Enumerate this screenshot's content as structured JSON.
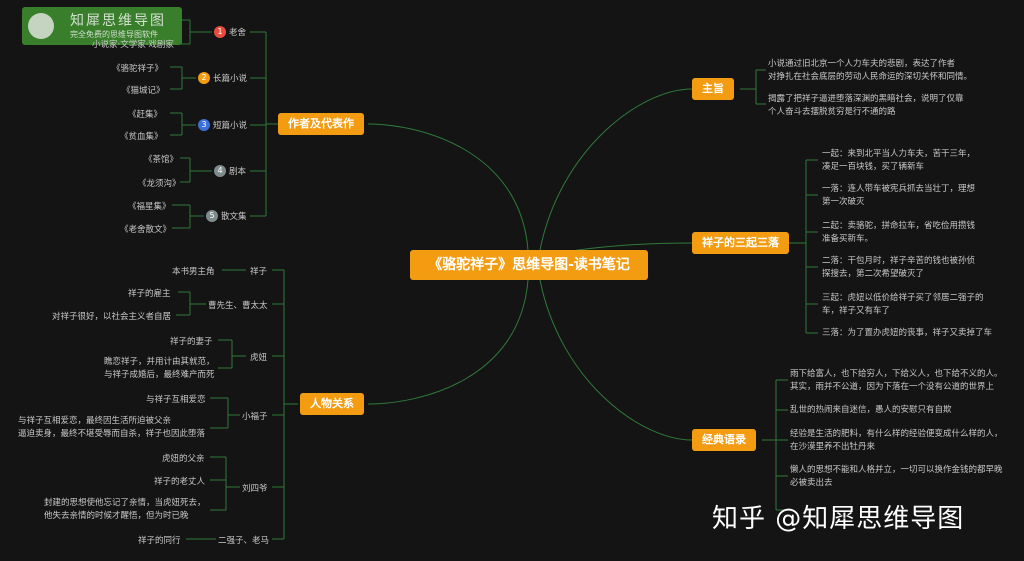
{
  "title": "《骆驼祥子》思维导图-读书笔记",
  "logo": {
    "name": "知犀思维导图",
    "subtitle": "完全免费的思维导图软件"
  },
  "watermark": "知乎 @知犀思维导图",
  "author_section": {
    "label": "作者及代表作",
    "items": [
      {
        "num": "1",
        "label": "老舍",
        "color": "#e74c3c",
        "leaves": [
          "小说家·文学家·戏剧家"
        ]
      },
      {
        "num": "2",
        "label": "长篇小说",
        "color": "#f39c12",
        "leaves": [
          "《骆驼祥子》",
          "《猫城记》"
        ]
      },
      {
        "num": "3",
        "label": "短篇小说",
        "color": "#3498db",
        "leaves": [
          "《赶集》",
          "《贫血集》"
        ]
      },
      {
        "num": "4",
        "label": "剧本",
        "color": "#7f8c8d",
        "leaves": [
          "《茶馆》",
          "《龙须沟》"
        ]
      },
      {
        "num": "5",
        "label": "散文集",
        "color": "#7f8c8d",
        "leaves": [
          "《福星集》",
          "《老舍散文》"
        ]
      }
    ]
  },
  "relations_section": {
    "label": "人物关系",
    "items": [
      {
        "label": "祥子",
        "leaves": [
          "本书男主角"
        ]
      },
      {
        "label": "曹先生、曹太太",
        "leaves": [
          "祥子的雇主",
          "对祥子很好，以社会主义者自居"
        ]
      },
      {
        "label": "虎妞",
        "leaves": [
          "祥子的妻子",
          "瞧恋祥子，并用计由其就范，\n与祥子成婚后，最终难产而死"
        ]
      },
      {
        "label": "小福子",
        "leaves": [
          "与祥子互相爱恋",
          "与祥子互相爱恋，最终因生活所迫被父亲\n逼迫卖身，最终不堪受辱而自杀，祥子也因此堕落"
        ]
      },
      {
        "label": "刘四爷",
        "leaves": [
          "虎妞的父亲",
          "祥子的老丈人",
          "封建的思想使他忘记了亲情，当虎妞死去，\n他失去亲情的时候才醒悟，但为时已晚"
        ]
      },
      {
        "label": "二强子、老马",
        "leaves": [
          "祥子的同行"
        ]
      }
    ]
  },
  "theme_section": {
    "label": "主旨",
    "leaves": [
      "小说通过旧北京一个人力车夫的悲剧，表达了作者\n对挣扎在社会底层的劳动人民命运的深切关怀和同情。",
      "揭露了把祥子逼进堕落深渊的黑暗社会，说明了仅靠\n个人奋斗去摆脱贫穷是行不通的路"
    ]
  },
  "ups_downs_section": {
    "label": "祥子的三起三落",
    "leaves": [
      "一起：来到北平当人力车夫，苦干三年，\n凑足一百块钱，买了辆新车",
      "一落：连人带车被宪兵抓去当壮丁，理想\n第一次破灭",
      "二起：卖骆驼，拼命拉车，省吃俭用攒钱\n准备买新车。",
      "二落：干包月时，祥子辛苦的钱也被孙侦\n探搜去，第二次希望破灭了",
      "三起：虎妞以低价给祥子买了邻居二强子的\n车，祥子又有车了",
      "三落：为了置办虎妞的丧事，祥子又卖掉了车"
    ]
  },
  "quotes_section": {
    "label": "经典语录",
    "leaves": [
      "雨下给富人，也下给穷人，下给义人，也下给不义的人。\n其实，雨并不公道，因为下落在一个没有公道的世界上",
      "乱世的热闹来自迷信，愚人的安慰只有自欺",
      "经验是生活的肥料，有什么样的经验便变成什么样的人，\n在沙漠里养不出牡丹来",
      "懒人的思想不能和人格并立，一切可以换作金钱的都早晚\n必被卖出去"
    ]
  }
}
